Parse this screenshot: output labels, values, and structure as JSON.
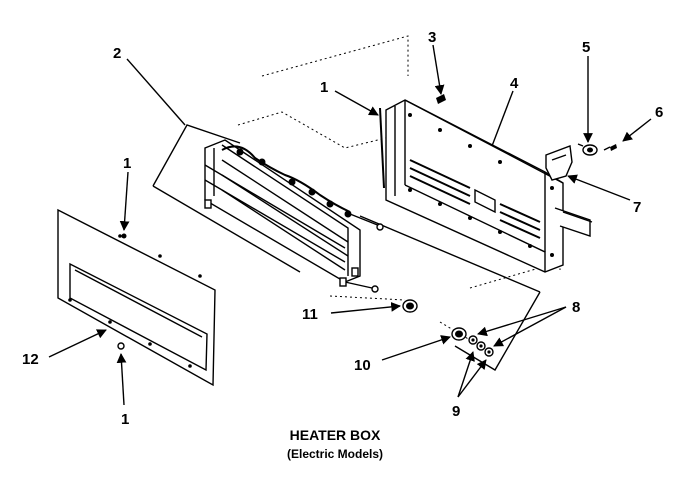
{
  "diagram": {
    "title": "HEATER BOX",
    "subtitle": "(Electric Models)",
    "callouts": {
      "c1a": "1",
      "c1b": "1",
      "c1c": "1",
      "c2": "2",
      "c3": "3",
      "c4": "4",
      "c5": "5",
      "c6": "6",
      "c7": "7",
      "c8": "8",
      "c9": "9",
      "c10": "10",
      "c11": "11",
      "c12": "12"
    }
  }
}
